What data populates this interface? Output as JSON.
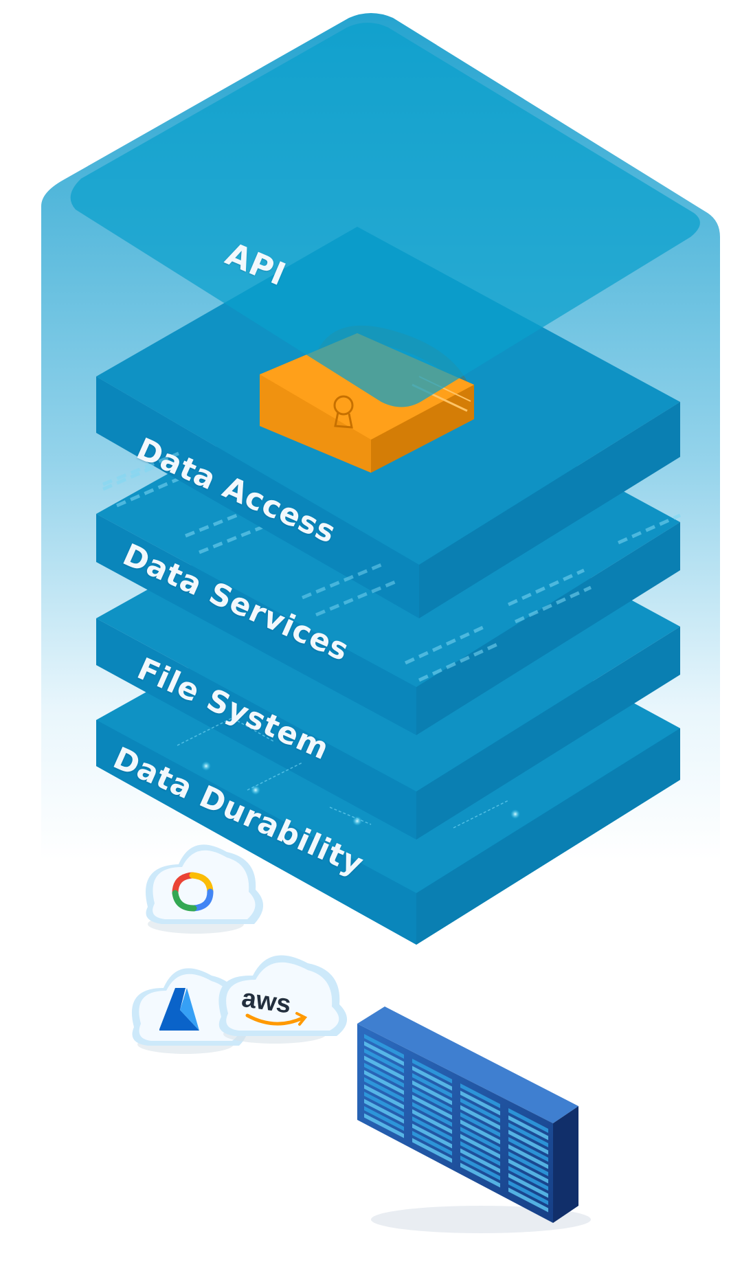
{
  "layers": {
    "api": "API",
    "data_access": "Data Access",
    "data_services": "Data Services",
    "file_system": "File System",
    "data_durability": "Data Durability"
  },
  "providers": {
    "gcp": {
      "icon": "google-cloud-logo-icon"
    },
    "azure": {
      "icon": "azure-logo-icon"
    },
    "aws": {
      "icon": "aws-logo-icon",
      "text": "aws"
    }
  },
  "storage": {
    "icon": "server-rack-icon"
  },
  "security": {
    "icon": "padlock-icon"
  },
  "colors": {
    "layer_top": "#0f92c4",
    "layer_side": "#0b7fb3",
    "api_glass": "#0aa0cc",
    "lock": "#ff9b10",
    "rack": "#1f5aa6",
    "cloud": "#e9f5fd"
  }
}
